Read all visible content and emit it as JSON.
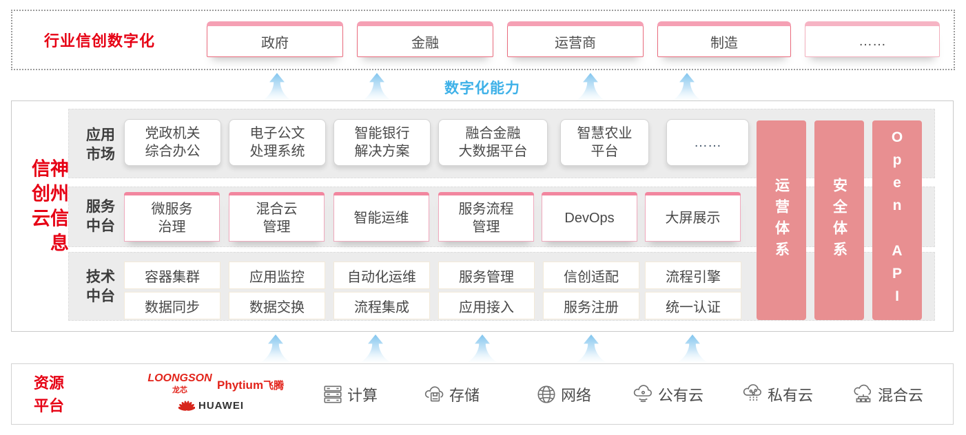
{
  "colors": {
    "brand_red": "#e60014",
    "rose_cap": "#f5a0b4",
    "rose_border": "#e96a7c",
    "service_cap": "#f2869f",
    "salmon_bar": "#e88f91",
    "capability_blue": "#3eb1e8",
    "band_gray": "#ececec"
  },
  "top_section": {
    "label": "行业信创数字化",
    "boxes": [
      {
        "label": "政府"
      },
      {
        "label": "金融"
      },
      {
        "label": "运营商"
      },
      {
        "label": "制造"
      },
      {
        "label": "……"
      }
    ]
  },
  "capability": {
    "label": "数字化能力"
  },
  "main_section": {
    "vertical_title": "神州信息信创云",
    "rows": [
      {
        "label": "应用\n市场",
        "items": [
          {
            "label": "党政机关\n综合办公"
          },
          {
            "label": "电子公文\n处理系统"
          },
          {
            "label": "智能银行\n解决方案"
          },
          {
            "label": "融合金融\n大数据平台"
          },
          {
            "label": "智慧农业\n平台"
          },
          {
            "label": "……"
          }
        ]
      },
      {
        "label": "服务\n中台",
        "items": [
          {
            "label": "微服务\n治理"
          },
          {
            "label": "混合云\n管理"
          },
          {
            "label": "智能运维"
          },
          {
            "label": "服务流程\n管理"
          },
          {
            "label": "DevOps"
          },
          {
            "label": "大屏展示"
          }
        ]
      },
      {
        "label": "技术\n中台",
        "items_row1": [
          {
            "label": "容器集群"
          },
          {
            "label": "应用监控"
          },
          {
            "label": "自动化运维"
          },
          {
            "label": "服务管理"
          },
          {
            "label": "信创适配"
          },
          {
            "label": "流程引擎"
          }
        ],
        "items_row2": [
          {
            "label": "数据同步"
          },
          {
            "label": "数据交换"
          },
          {
            "label": "流程集成"
          },
          {
            "label": "应用接入"
          },
          {
            "label": "服务注册"
          },
          {
            "label": "统一认证"
          }
        ]
      }
    ],
    "side_bars": [
      {
        "label": "运营体系"
      },
      {
        "label": "安全体系"
      },
      {
        "label": "Open API"
      }
    ]
  },
  "resource_section": {
    "label": "资源\n平台",
    "logos": {
      "loongson_text": "LOONGSON",
      "loongson_sub": "龙芯",
      "phytium_text": "Phytium",
      "phytium_sub": "飞腾",
      "huawei_text": "HUAWEI"
    },
    "items": [
      {
        "icon": "compute-icon",
        "label": "计算"
      },
      {
        "icon": "storage-icon",
        "label": "存储"
      },
      {
        "icon": "network-icon",
        "label": "网络"
      },
      {
        "icon": "public-cloud-icon",
        "label": "公有云"
      },
      {
        "icon": "private-cloud-icon",
        "label": "私有云"
      },
      {
        "icon": "hybrid-cloud-icon",
        "label": "混合云"
      }
    ]
  }
}
